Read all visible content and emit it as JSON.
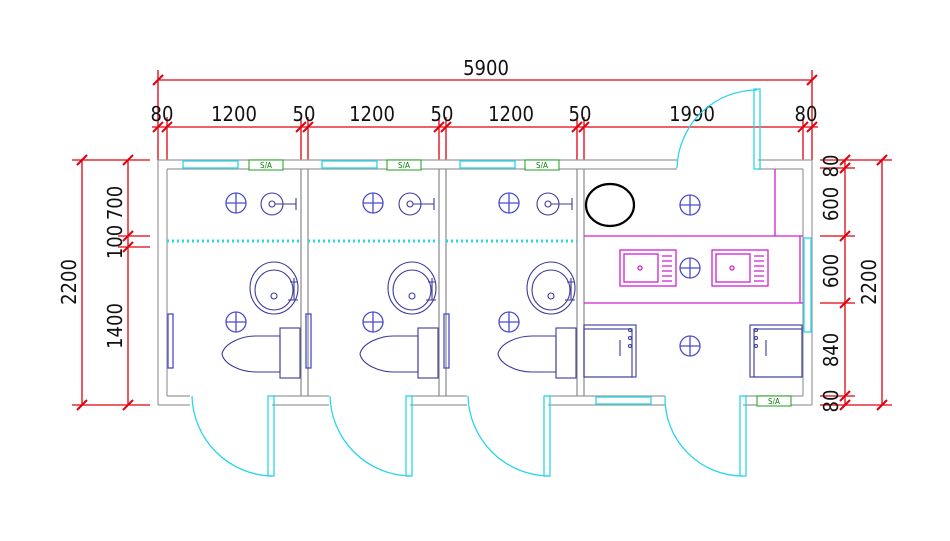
{
  "dimensions": {
    "top_total": "5900",
    "top_segments": [
      "80",
      "1200",
      "50",
      "1200",
      "50",
      "1200",
      "50",
      "1990",
      "80"
    ],
    "left_total": "2200",
    "left_segments": [
      "700",
      "100",
      "1400"
    ],
    "right_total": "2200",
    "right_segments": [
      "80",
      "600",
      "600",
      "840",
      "80"
    ]
  },
  "tags": [
    "S/A",
    "S/A",
    "S/A",
    "S/A"
  ],
  "colors": {
    "dimension": "#e0000f",
    "wall": "#9a9a9a",
    "door_window": "#29d6e8",
    "fixture": "#3a3a9a",
    "counter": "#d21ed2",
    "tag": "#19a019"
  },
  "icons": [
    "light-fixture-icon",
    "sink-icon",
    "toilet-icon",
    "door-icon",
    "window-icon",
    "grab-bar-icon"
  ]
}
